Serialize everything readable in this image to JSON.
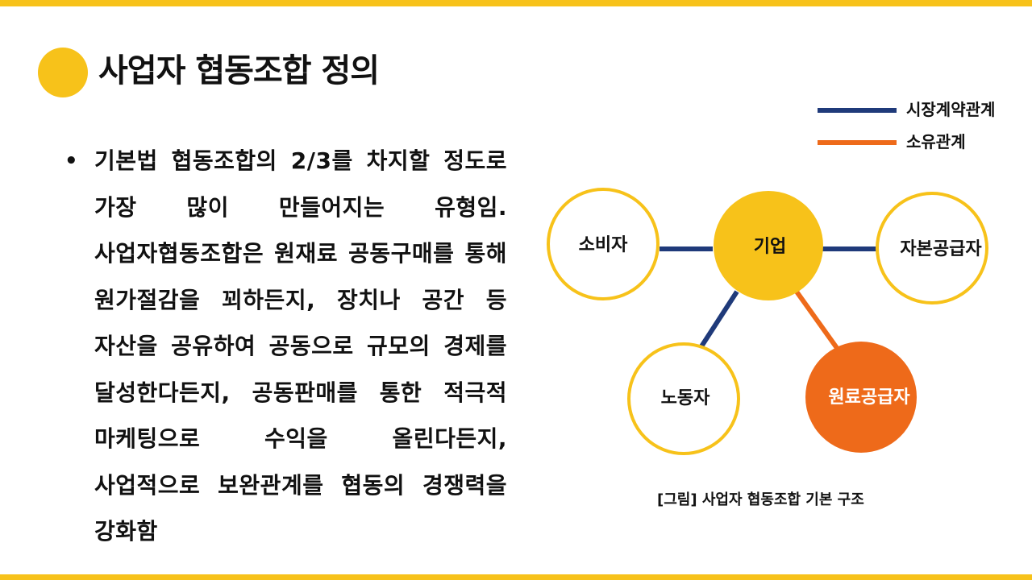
{
  "title": "사업자 협동조합 정의",
  "body_text": "기본법 협동조합의 2/3를 차지할 정도로 가장 많이 만들어지는 유형임. 사업자협동조합은 원재료 공동구매를 통해 원가절감을 꾀하든지, 장치나 공간 등 자산을 공유하여 공동으로 규모의 경제를 달성한다든지, 공동판매를 통한 적극적 마케팅으로 수익을 올린다든지, 사업적으로 보완관계를 협동의 경쟁력을 강화함",
  "legend": [
    {
      "label": "시장계약관계",
      "color": "#1f3a7a"
    },
    {
      "label": "소유관계",
      "color": "#ee6a1a"
    }
  ],
  "nodes": {
    "center": "기업",
    "consumer": "소비자",
    "capital": "자본공급자",
    "labor": "노동자",
    "material": "원료공급자"
  },
  "colors": {
    "accent": "#f7c21a",
    "market_line": "#1f3a7a",
    "ownership": "#ee6a1a"
  },
  "caption": "[그림] 사업자 협동조합 기본 구조"
}
